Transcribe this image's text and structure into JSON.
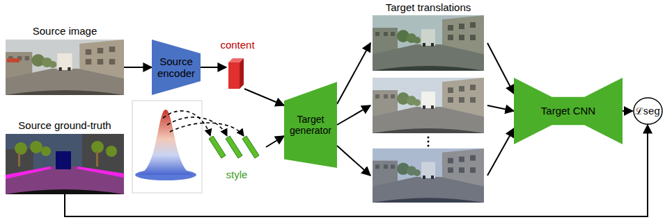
{
  "diagram": {
    "nodes": [
      {
        "text": [
          "Source image"
        ]
      },
      {
        "text": [
          "Source ground-truth"
        ]
      },
      {
        "text": [
          "Source encoder"
        ]
      },
      {
        "text": [
          "content"
        ]
      },
      {
        "text": [
          "style"
        ]
      },
      {
        "text": [
          "Target generator"
        ]
      },
      {
        "text": [
          "Target translations"
        ]
      },
      {
        "text": [
          "Target CNN"
        ]
      },
      {
        "text": [
          "ℒseg"
        ]
      }
    ],
    "edges": [
      {
        "from": 0,
        "to": 2,
        "arrow": "to"
      },
      {
        "from": 2,
        "to": 3,
        "arrow": "to"
      },
      {
        "from": 3,
        "to": 5,
        "arrow": "to"
      },
      {
        "from": 4,
        "to": 5,
        "arrow": "to"
      },
      {
        "from": 5,
        "to": 6,
        "arrow": "to"
      },
      {
        "from": 6,
        "to": 7,
        "arrow": "to"
      },
      {
        "from": 7,
        "to": 8,
        "arrow": "to"
      },
      {
        "from": 1,
        "to": 8,
        "arrow": "to"
      }
    ]
  }
}
